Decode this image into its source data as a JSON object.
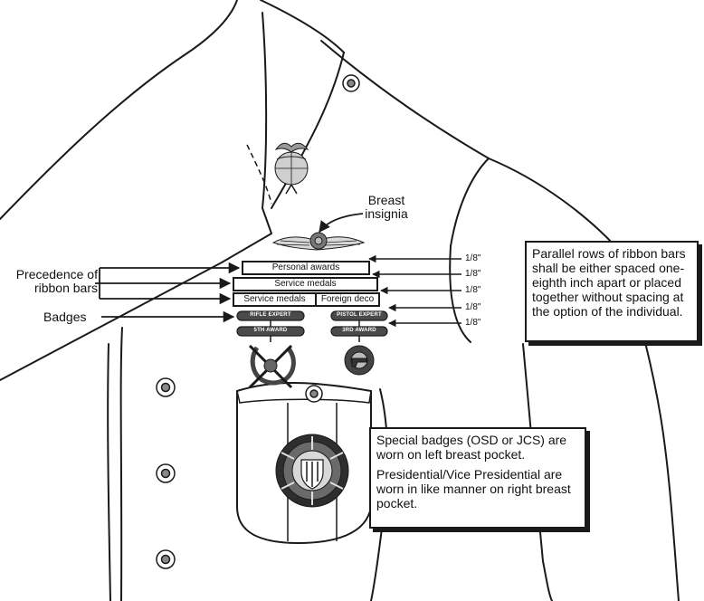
{
  "labels": {
    "breast_insignia": [
      "Breast",
      "insignia"
    ],
    "precedence": [
      "Precedence of",
      "ribbon bars"
    ],
    "badges": "Badges"
  },
  "ribbon_bars": {
    "row1": "Personal awards",
    "row2": "Service medals",
    "row3_left": "Service medals",
    "row3_right": "Foreign deco"
  },
  "badge_bars": {
    "rifle": "RIFLE EXPERT",
    "rifle_award": "5TH AWARD",
    "pistol": "PISTOL EXPERT",
    "pistol_award": "3RD AWARD"
  },
  "spacing_marks": [
    "1/8\"",
    "1/8\"",
    "1/8\"",
    "1/8\"",
    "1/8\""
  ],
  "notes": {
    "parallel_rows": "Parallel rows of ribbon bars shall be either spaced one-eighth inch apart or placed together without spacing at the option of the individual.",
    "special_badges_1": "Special badges (OSD or JCS) are worn on left breast pocket.",
    "special_badges_2": "Presidential/Vice Presidential are worn in like manner on right breast pocket."
  },
  "colors": {
    "ink": "#1a1a1a",
    "background": "#ffffff",
    "metal": "#555555"
  }
}
